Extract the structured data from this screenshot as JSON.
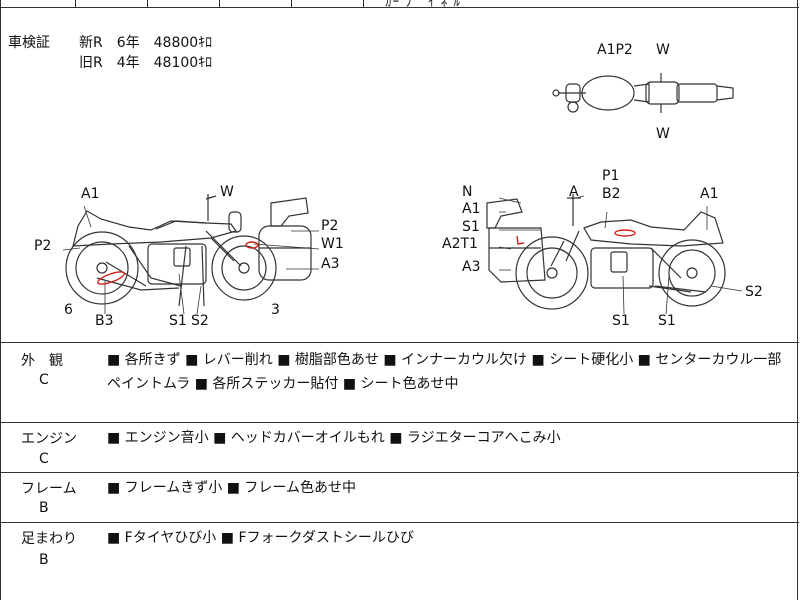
{
  "header": {
    "top_text": "ｶｰ    ﾌ ﾞ ｲ ﾈ ﾙ"
  },
  "certificate": {
    "label": "車検証",
    "new_line": "新R　6年　48800ｷﾛ",
    "old_line": "旧R　4年　48100ｷﾛ"
  },
  "diagram_labels": {
    "top_view": {
      "a1p2": "A1P2",
      "w_top": "W",
      "w_bottom": "W"
    },
    "left_view": {
      "a1": "A1",
      "w": "W",
      "p2_left": "P2",
      "p2_right": "P2",
      "w1": "W1",
      "a3": "A3",
      "six": "6",
      "b3": "B3",
      "s1": "S1",
      "s2": "S2",
      "three": "3"
    },
    "right_view": {
      "n": "N",
      "a1_bag": "A1",
      "s1_bag": "S1",
      "a2t1": "A2T1",
      "a3": "A3",
      "a": "A",
      "p1": "P1",
      "b2": "B2",
      "a1_rear": "A1",
      "s2": "S2",
      "s1_engine": "S1",
      "s1_rear": "S1"
    }
  },
  "sections": [
    {
      "name": "外　観",
      "grade": "C",
      "remarks": "■ 各所きず ■ レバー削れ ■ 樹脂部色あせ ■ インナーカウル欠け ■ シート硬化小 ■ センターカウル一部ペイントムラ ■ 各所ステッカー貼付 ■ シート色あせ中"
    },
    {
      "name": "エンジン",
      "grade": "C",
      "remarks": "■ エンジン音小 ■ ヘッドカバーオイルもれ ■ ラジエターコアへこみ小"
    },
    {
      "name": "フレーム",
      "grade": "B",
      "remarks": "■ フレームきず小 ■ フレーム色あせ中"
    },
    {
      "name": "足まわり",
      "grade": "B",
      "remarks": "■ Fタイヤひび小 ■ Fフォークダストシールひび"
    }
  ],
  "colors": {
    "damage_mark": "#d0221b",
    "line": "#333333"
  }
}
